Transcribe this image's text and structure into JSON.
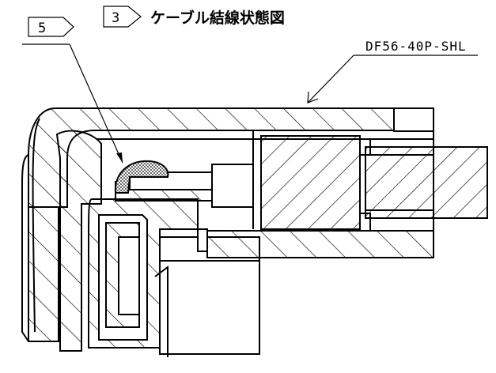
{
  "title": {
    "note_number": "3",
    "text": "ケーブル結線状態図"
  },
  "callout": {
    "number": "5"
  },
  "part_number": "DF56-40P-SHL"
}
